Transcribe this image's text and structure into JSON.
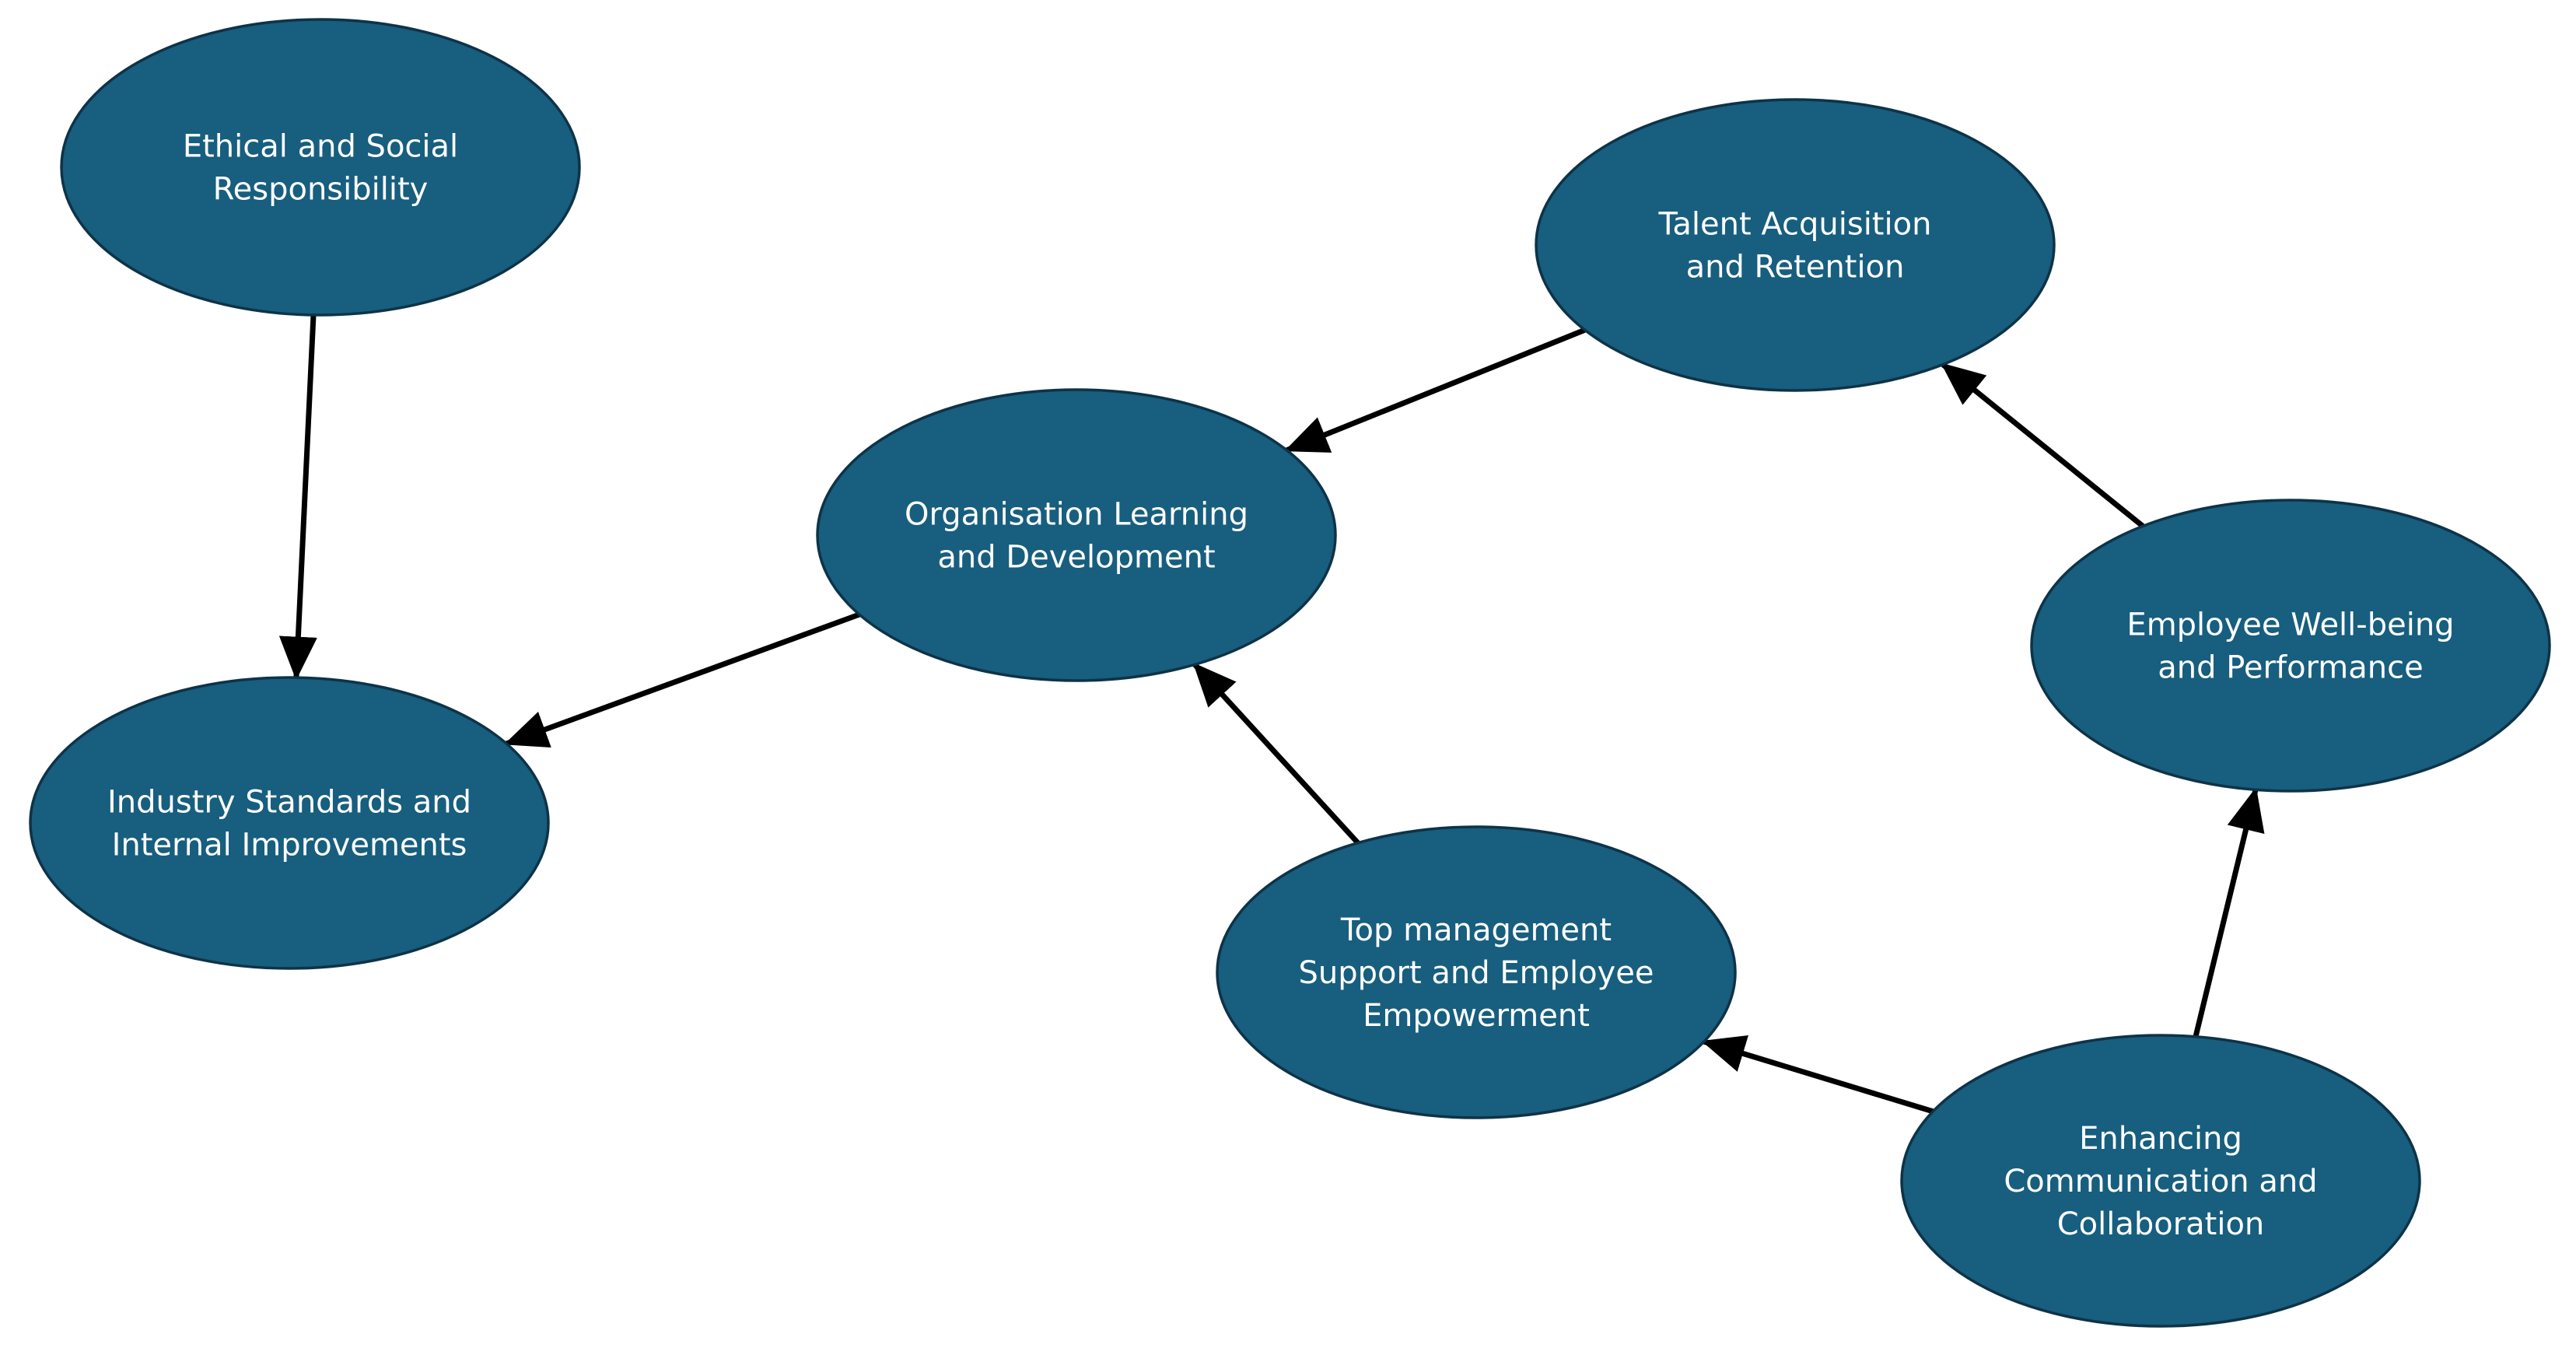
{
  "diagram": {
    "colors": {
      "node_fill": "#175e7f",
      "node_stroke": "#0e3347",
      "label": "#ffffff",
      "edge": "#000000",
      "background": "#ffffff"
    },
    "nodes": [
      {
        "id": "ethical",
        "lines": [
          "Ethical and Social",
          "Responsibility"
        ]
      },
      {
        "id": "industry",
        "lines": [
          "Industry Standards and",
          "Internal Improvements"
        ]
      },
      {
        "id": "org",
        "lines": [
          "Organisation Learning",
          "and Development"
        ]
      },
      {
        "id": "talent",
        "lines": [
          "Talent Acquisition",
          "and Retention"
        ]
      },
      {
        "id": "wellbeing",
        "lines": [
          "Employee Well-being",
          "and Performance"
        ]
      },
      {
        "id": "topmgmt",
        "lines": [
          "Top management",
          "Support and Employee",
          "Empowerment"
        ]
      },
      {
        "id": "comm",
        "lines": [
          "Enhancing",
          "Communication and",
          "Collaboration"
        ]
      }
    ],
    "edges": [
      {
        "from": "ethical",
        "to": "industry"
      },
      {
        "from": "org",
        "to": "industry"
      },
      {
        "from": "talent",
        "to": "org"
      },
      {
        "from": "topmgmt",
        "to": "org"
      },
      {
        "from": "wellbeing",
        "to": "talent"
      },
      {
        "from": "comm",
        "to": "wellbeing"
      },
      {
        "from": "comm",
        "to": "topmgmt"
      }
    ]
  }
}
